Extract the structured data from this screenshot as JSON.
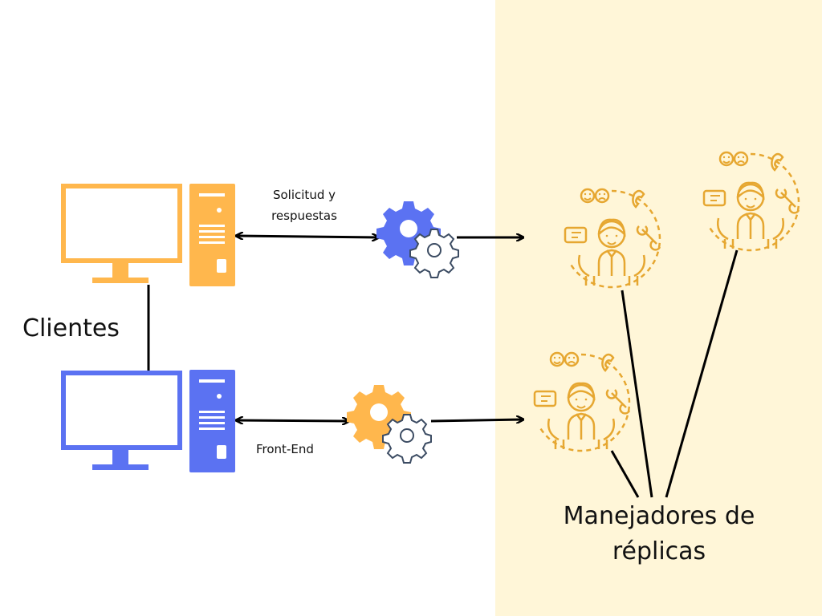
{
  "labels": {
    "clients": "Clientes",
    "request_response": "Solicitud y respuestas",
    "front_end": "Front-End",
    "replica_managers": "Manejadores de réplicas"
  },
  "colors": {
    "orange": "#FFB74D",
    "blue": "#5B72F2",
    "gear_outline": "#3C4C63",
    "manager_stroke": "#E6A731",
    "background_right": "#FFF6D8",
    "line": "#000000"
  },
  "icons": {
    "computer": "desktop-computer-icon",
    "gear": "gears-icon",
    "manager": "customer-support-agent-icon"
  }
}
